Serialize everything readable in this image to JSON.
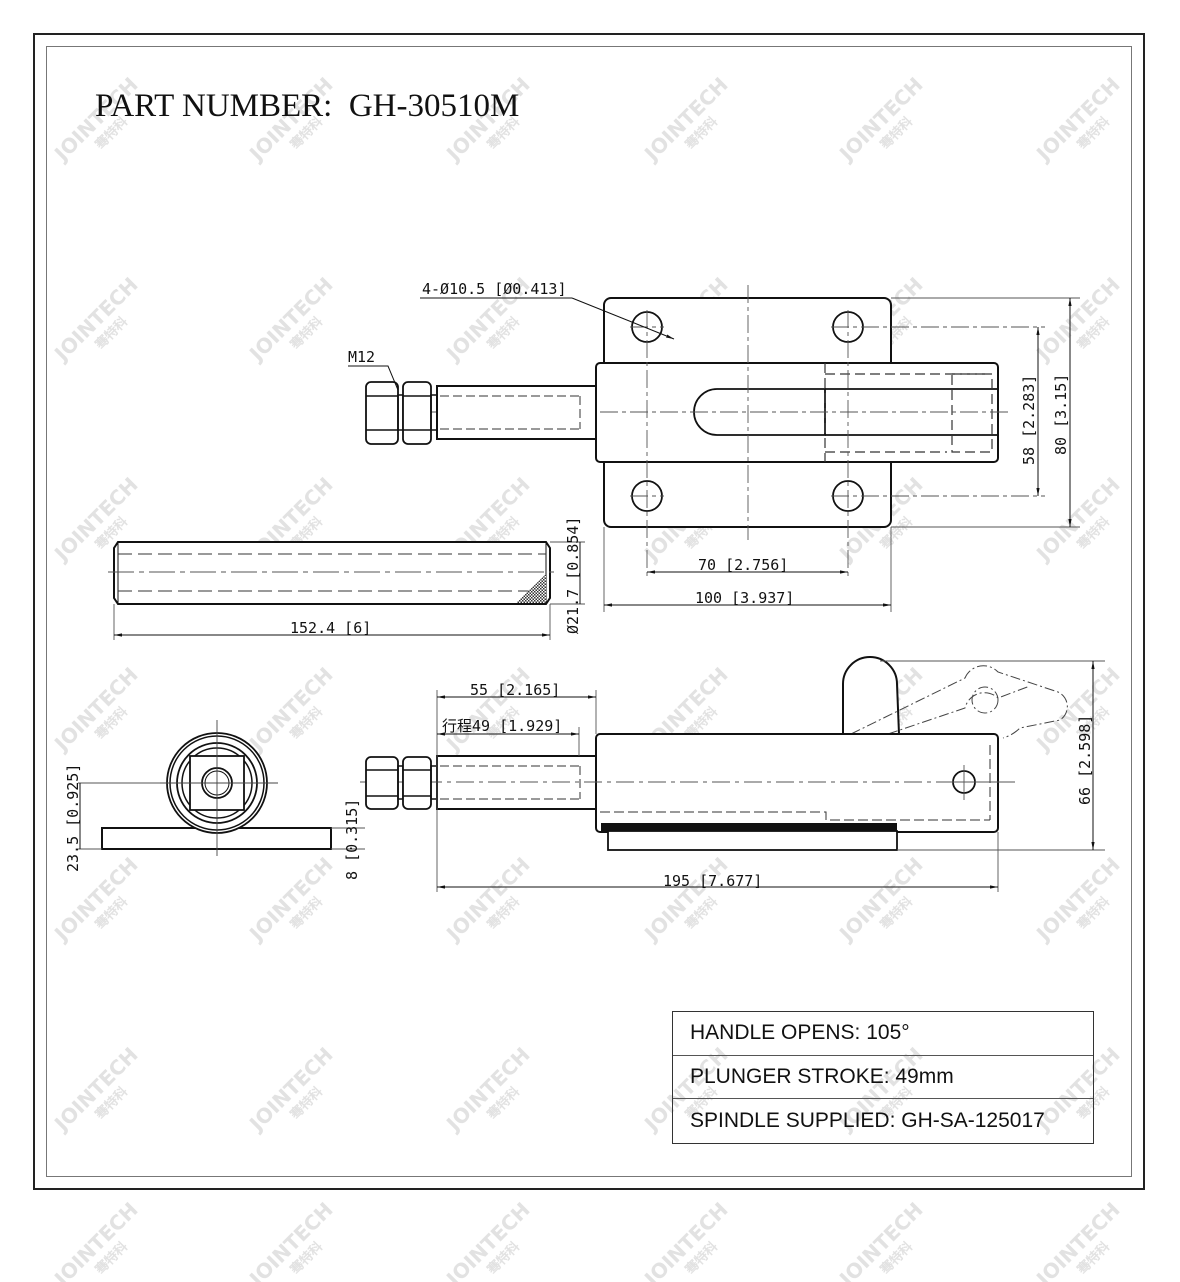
{
  "title": {
    "label": "PART NUMBER:",
    "part_number": "GH-30510M",
    "full": "PART NUMBER:  GH-30510M"
  },
  "watermark": {
    "brand": "JOINTECH",
    "brand_cn": "骞特科"
  },
  "top_view": {
    "hole_callout": "4-Ø10.5 [Ø0.413]",
    "thread_label": "M12",
    "dim_hole_spacing_vertical": "58 [2.283]",
    "dim_base_height": "80 [3.15]",
    "dim_hole_spacing_horizontal": "70 [2.756]",
    "dim_base_width": "100 [3.937]"
  },
  "spindle_view": {
    "dim_length": "152.4 [6]",
    "dim_diameter": "Ø21.7 [0.854]"
  },
  "end_view": {
    "dim_center_height": "23.5 [0.925]",
    "dim_base_thickness": "8 [0.315]"
  },
  "side_view": {
    "dim_extension": "55 [2.165]",
    "dim_stroke": "行程49 [1.929]",
    "dim_overall_length": "195 [7.677]",
    "dim_handle_height": "66 [2.598]"
  },
  "spec_table": {
    "rows": [
      {
        "label": "HANDLE OPENS: 105°"
      },
      {
        "label": "PLUNGER STROKE: 49mm"
      },
      {
        "label": "SPINDLE SUPPLIED: GH-SA-125017"
      }
    ]
  },
  "colors": {
    "line": "#111111",
    "hidden_line": "#333333",
    "center_line": "#555555",
    "watermark": "#e2e2e2",
    "border": "#222222"
  }
}
